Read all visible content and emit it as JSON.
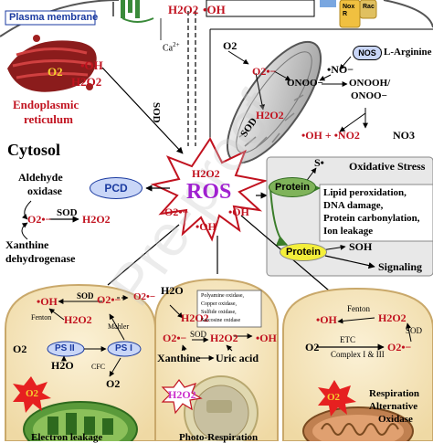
{
  "plasma_membrane": "Plasma membrane",
  "ca": "Ca",
  "ca_sup": "2+",
  "nox_r": "Nox\nR",
  "rac": "Rac",
  "er": {
    "o2": "O2",
    "oh": "•OH",
    "h2o2": "H2O2",
    "label_line1": "Endoplasmic",
    "label_line2": "reticulum"
  },
  "top_h2o2": "H2O2",
  "top_oh": "•OH",
  "sod_vertical": "SOD",
  "cytosol": "Cytosol",
  "mito_top": {
    "o2": "O2",
    "nos": "NOS",
    "l_arginine": "L-Arginine",
    "o2_radical": "O2•−",
    "no_radical": "•NO−",
    "onoo": "ONOO−",
    "onooh": "ONOOH/",
    "onoo2": "ONOO−",
    "h2o2": "H2O2",
    "sod": "SOD",
    "oh_no2": "•OH + •NO2",
    "no3": "NO3"
  },
  "ros": {
    "center": "ROS",
    "h2o2": "H2O2",
    "o2": "O2•−",
    "oh": "•OH",
    "oh2": "•OH"
  },
  "pcd": "PCD",
  "aldehyde": [
    "Aldehyde",
    "oxidase"
  ],
  "xanthine_dh": [
    "Xanthine",
    "dehydrogenase"
  ],
  "cyt_o2": "O2•−",
  "cyt_sod": "SOD",
  "cyt_h2o2": "H2O2",
  "oxidative": {
    "title": "Oxidative Stress",
    "s_radical": "S•",
    "protein1": "Protein",
    "effects": [
      "Lipid peroxidation,",
      "DNA damage,",
      "Protein carbonylation,",
      "Ion leakage"
    ],
    "protein2": "Protein",
    "soh": "SOH",
    "signaling": "Signaling"
  },
  "chloroplast": {
    "oh": "•OH",
    "sod": "SOD",
    "o2r": "O2•−",
    "fenton": "Fenton",
    "h2o2": "H2O2",
    "mahler": "Mahler",
    "o2a": "O2",
    "ps2": "PS II",
    "ps1": "PS I",
    "h2o": "H2O",
    "cfc": "CFC",
    "o2b": "O2",
    "burst": "O2",
    "label": "Electron leakage"
  },
  "peroxisome": {
    "o2_link": "O2•−",
    "h2o": "H2O",
    "h2o2": "H2O2",
    "oxidases": [
      "Polyamine oxidase,",
      "Copper oxidase,",
      "Sulfide oxidase,",
      "Sarcosine oxidase"
    ],
    "o2r": "O2•−",
    "sod": "SOD",
    "h2o2b": "H2O2",
    "oh": "•OH",
    "xanthine": "Xanthine",
    "uric": "Uric acid",
    "inner": "H2O2",
    "label": "Photo-Respiration"
  },
  "mito_bottom": {
    "oh": "•OH",
    "fenton": "Fenton",
    "h2o2": "H2O2",
    "sod": "SOD",
    "etc": "ETC",
    "complex": "Complex I & III",
    "o2": "O2",
    "o2r": "O2•−",
    "burst": "O2",
    "label1": "Respiration",
    "label2": "Alternative",
    "label3": "Oxidase"
  },
  "watermark": "Pre-proof",
  "colors": {
    "red": "#c1121f",
    "er_body": "#b22222",
    "er_fill": "#8b1c1c",
    "cell_fill": "#f6e7c3",
    "cell_stroke": "#c9a86a",
    "ox_box": "#e8e8e8",
    "protein_green": "#7fb35a",
    "protein_yellow": "#f4ef3a",
    "pcd_fill": "#c9d6f7",
    "h2o2_pink": "#cc33cc",
    "ros_purple": "#a020d0"
  }
}
